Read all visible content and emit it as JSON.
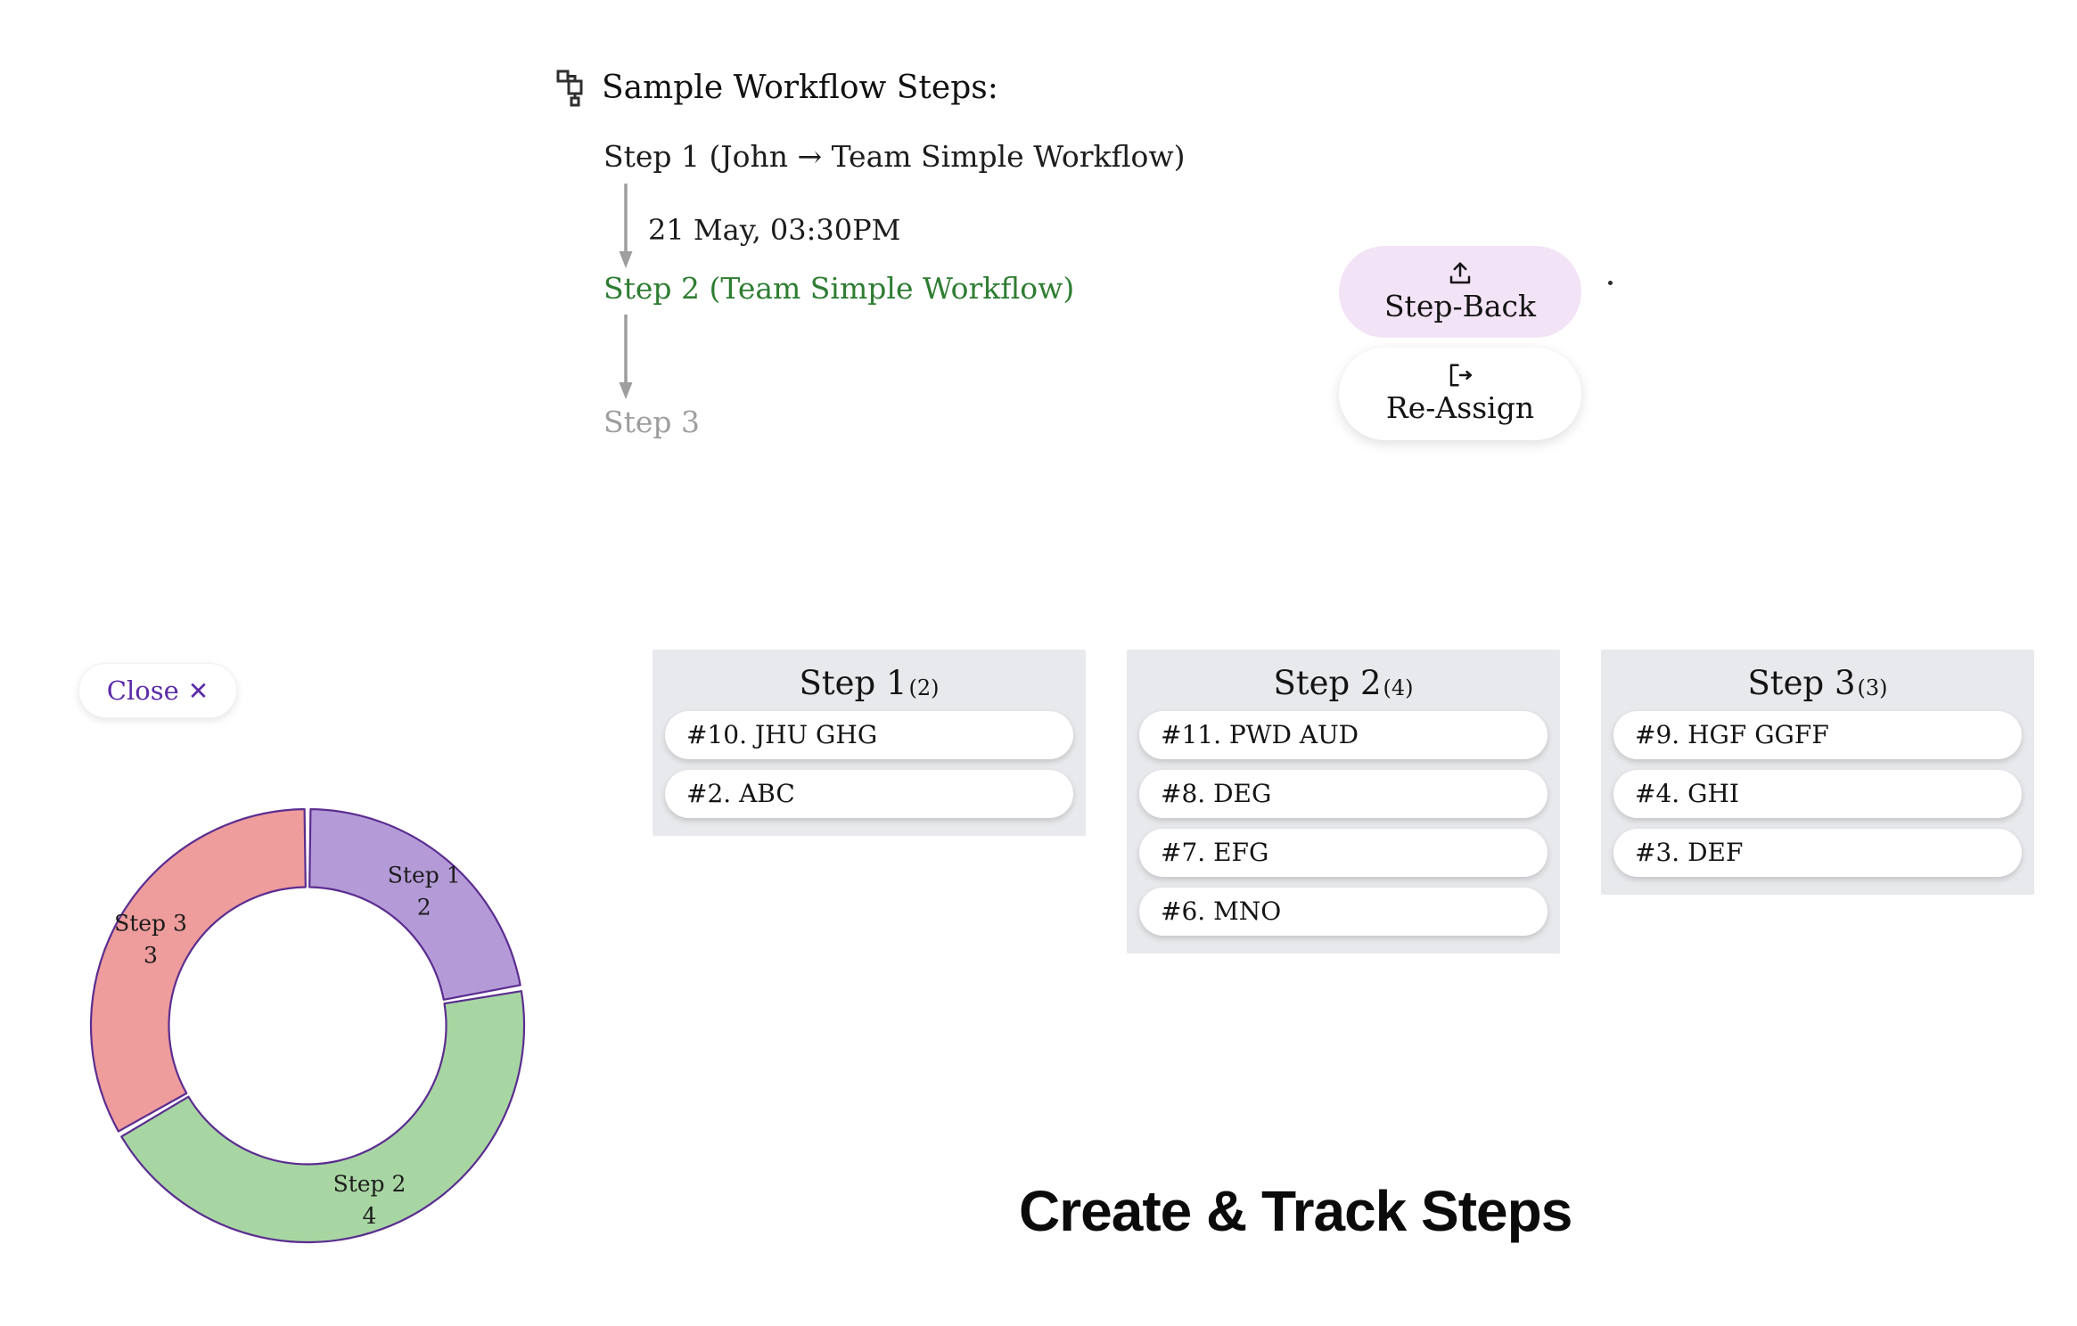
{
  "workflow": {
    "title": "Sample Workflow Steps:",
    "steps": [
      {
        "label": "Step 1 (John → Team Simple Workflow)",
        "color": "#1c1c1c"
      },
      {
        "label": "Step 2 (Team Simple Workflow)",
        "color": "#2e7d32"
      },
      {
        "label": "Step 3",
        "color": "#9e9e9e"
      }
    ],
    "transition_time": "21 May, 03:30PM"
  },
  "actions": {
    "step_back": {
      "label": "Step-Back",
      "bg": "#f3e3f6"
    },
    "re_assign": {
      "label": "Re-Assign",
      "bg": "#ffffff"
    }
  },
  "close_button": {
    "label": "Close",
    "icon_glyph": "✕",
    "color": "#5b2ba6"
  },
  "chart_data": {
    "type": "pie",
    "variant": "donut",
    "categories": [
      "Step 1",
      "Step 2",
      "Step 3"
    ],
    "values": [
      2,
      4,
      3
    ],
    "colors": [
      "#b49bd8",
      "#a8d6a3",
      "#ee9c9c"
    ],
    "edge_color": "#5b2d90",
    "start": "top",
    "direction": "clockwise",
    "inner_radius_ratio": 0.64,
    "label_position": "inside",
    "legend": "none",
    "title": ""
  },
  "columns": [
    {
      "title": "Step 1",
      "count": "(2)",
      "cards": [
        "#10. JHU GHG",
        "#2. ABC"
      ]
    },
    {
      "title": "Step 2",
      "count": "(4)",
      "cards": [
        "#11. PWD AUD",
        "#8. DEG",
        "#7. EFG",
        "#6. MNO"
      ]
    },
    {
      "title": "Step 3",
      "count": "(3)",
      "cards": [
        "#9. HGF GGFF",
        "#4. GHI",
        "#3. DEF"
      ]
    }
  ],
  "footer": {
    "title": "Create & Track Steps"
  }
}
